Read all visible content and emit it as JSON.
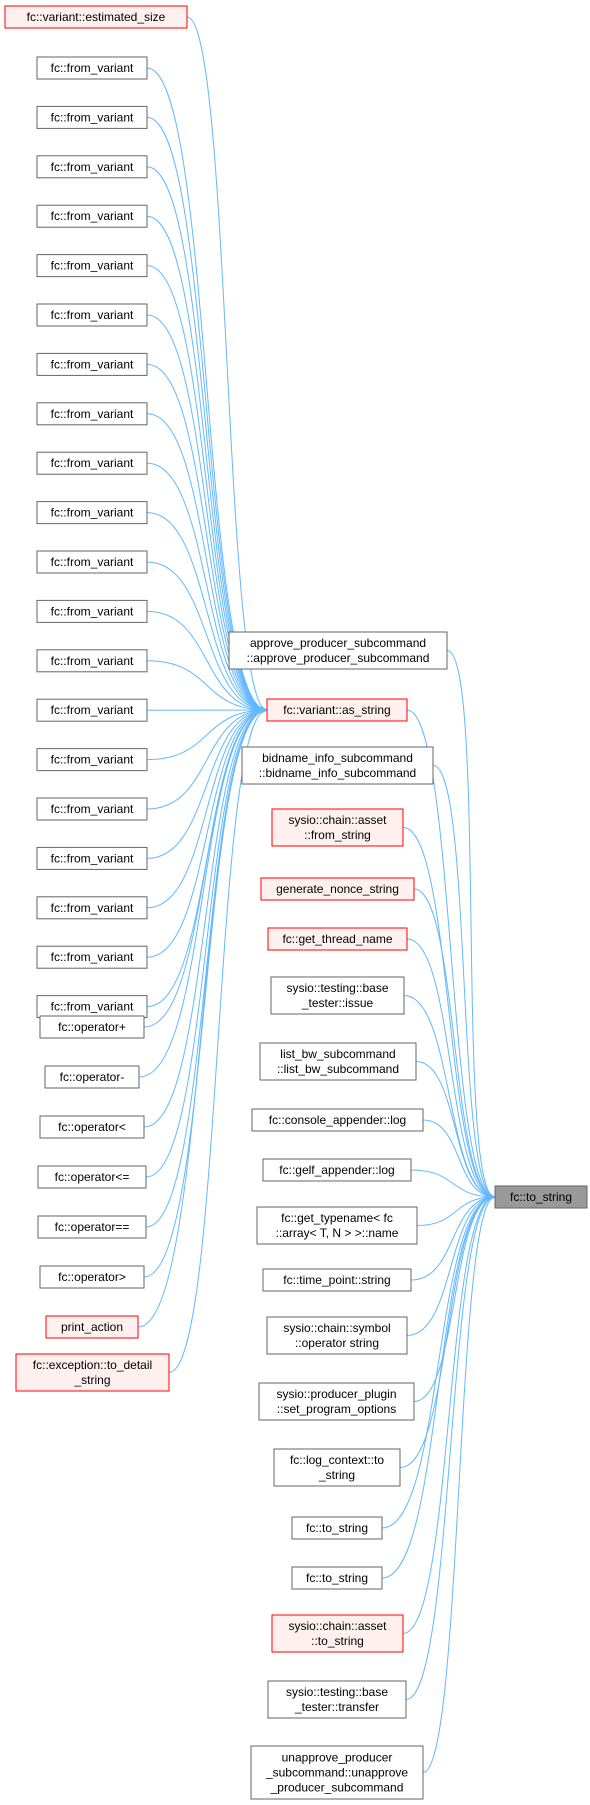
{
  "graph": {
    "title": "",
    "colors": {
      "edge": "#63b8ff",
      "normal_fill": "#ffffff",
      "normal_stroke": "#666666",
      "red_fill": "#fff0f0",
      "red_stroke": "#ff0000",
      "target_fill": "#999999",
      "target_stroke": "#666666"
    },
    "nodes": [
      {
        "id": "estimated_size",
        "lines": [
          "fc::variant::estimated_size"
        ],
        "style": "red",
        "interactable": true
      },
      {
        "id": "fv1",
        "lines": [
          "fc::from_variant"
        ],
        "style": "normal",
        "interactable": true
      },
      {
        "id": "fv2",
        "lines": [
          "fc::from_variant"
        ],
        "style": "normal",
        "interactable": true
      },
      {
        "id": "fv3",
        "lines": [
          "fc::from_variant"
        ],
        "style": "normal",
        "interactable": true
      },
      {
        "id": "fv4",
        "lines": [
          "fc::from_variant"
        ],
        "style": "normal",
        "interactable": true
      },
      {
        "id": "fv5",
        "lines": [
          "fc::from_variant"
        ],
        "style": "normal",
        "interactable": true
      },
      {
        "id": "fv6",
        "lines": [
          "fc::from_variant"
        ],
        "style": "normal",
        "interactable": true
      },
      {
        "id": "fv7",
        "lines": [
          "fc::from_variant"
        ],
        "style": "normal",
        "interactable": true
      },
      {
        "id": "fv8",
        "lines": [
          "fc::from_variant"
        ],
        "style": "normal",
        "interactable": true
      },
      {
        "id": "fv9",
        "lines": [
          "fc::from_variant"
        ],
        "style": "normal",
        "interactable": true
      },
      {
        "id": "fv10",
        "lines": [
          "fc::from_variant"
        ],
        "style": "normal",
        "interactable": true
      },
      {
        "id": "fv11",
        "lines": [
          "fc::from_variant"
        ],
        "style": "normal",
        "interactable": true
      },
      {
        "id": "fv12",
        "lines": [
          "fc::from_variant"
        ],
        "style": "normal",
        "interactable": true
      },
      {
        "id": "fv13",
        "lines": [
          "fc::from_variant"
        ],
        "style": "normal",
        "interactable": true
      },
      {
        "id": "fv14",
        "lines": [
          "fc::from_variant"
        ],
        "style": "normal",
        "interactable": true
      },
      {
        "id": "fv15",
        "lines": [
          "fc::from_variant"
        ],
        "style": "normal",
        "interactable": true
      },
      {
        "id": "fv16",
        "lines": [
          "fc::from_variant"
        ],
        "style": "normal",
        "interactable": true
      },
      {
        "id": "fv17",
        "lines": [
          "fc::from_variant"
        ],
        "style": "normal",
        "interactable": true
      },
      {
        "id": "fv18",
        "lines": [
          "fc::from_variant"
        ],
        "style": "normal",
        "interactable": true
      },
      {
        "id": "fv19",
        "lines": [
          "fc::from_variant"
        ],
        "style": "normal",
        "interactable": true
      },
      {
        "id": "fv20",
        "lines": [
          "fc::from_variant"
        ],
        "style": "normal",
        "interactable": true
      },
      {
        "id": "op_plus",
        "lines": [
          "fc::operator+"
        ],
        "style": "normal",
        "interactable": true
      },
      {
        "id": "op_minus",
        "lines": [
          "fc::operator-"
        ],
        "style": "normal",
        "interactable": true
      },
      {
        "id": "op_lt",
        "lines": [
          "fc::operator<"
        ],
        "style": "normal",
        "interactable": true
      },
      {
        "id": "op_le",
        "lines": [
          "fc::operator<="
        ],
        "style": "normal",
        "interactable": true
      },
      {
        "id": "op_eq",
        "lines": [
          "fc::operator=="
        ],
        "style": "normal",
        "interactable": true
      },
      {
        "id": "op_gt",
        "lines": [
          "fc::operator>"
        ],
        "style": "normal",
        "interactable": true
      },
      {
        "id": "print_action",
        "lines": [
          "print_action"
        ],
        "style": "red",
        "interactable": true
      },
      {
        "id": "exc_detail",
        "lines": [
          "fc::exception::to_detail",
          "_string"
        ],
        "style": "red",
        "interactable": true
      },
      {
        "id": "approve",
        "lines": [
          "approve_producer_subcommand",
          "::approve_producer_subcommand"
        ],
        "style": "normal",
        "interactable": true
      },
      {
        "id": "as_string",
        "lines": [
          "fc::variant::as_string"
        ],
        "style": "red",
        "interactable": true
      },
      {
        "id": "bidname",
        "lines": [
          "bidname_info_subcommand",
          "::bidname_info_subcommand"
        ],
        "style": "normal",
        "interactable": true
      },
      {
        "id": "asset_from",
        "lines": [
          "sysio::chain::asset",
          "::from_string"
        ],
        "style": "red",
        "interactable": true
      },
      {
        "id": "nonce",
        "lines": [
          "generate_nonce_string"
        ],
        "style": "red",
        "interactable": true
      },
      {
        "id": "thread",
        "lines": [
          "fc::get_thread_name"
        ],
        "style": "red",
        "interactable": true
      },
      {
        "id": "issue",
        "lines": [
          "sysio::testing::base",
          "_tester::issue"
        ],
        "style": "normal",
        "interactable": true
      },
      {
        "id": "listbw",
        "lines": [
          "list_bw_subcommand",
          "::list_bw_subcommand"
        ],
        "style": "normal",
        "interactable": true
      },
      {
        "id": "console_log",
        "lines": [
          "fc::console_appender::log"
        ],
        "style": "normal",
        "interactable": true
      },
      {
        "id": "gelf_log",
        "lines": [
          "fc::gelf_appender::log"
        ],
        "style": "normal",
        "interactable": true
      },
      {
        "id": "typename",
        "lines": [
          "fc::get_typename< fc",
          "::array< T, N > >::name"
        ],
        "style": "normal",
        "interactable": true
      },
      {
        "id": "tp_string",
        "lines": [
          "fc::time_point::string"
        ],
        "style": "normal",
        "interactable": true
      },
      {
        "id": "symbol_op",
        "lines": [
          "sysio::chain::symbol",
          "::operator string"
        ],
        "style": "normal",
        "interactable": true
      },
      {
        "id": "producer_plugin",
        "lines": [
          "sysio::producer_plugin",
          "::set_program_options"
        ],
        "style": "normal",
        "interactable": true
      },
      {
        "id": "log_ctx",
        "lines": [
          "fc::log_context::to",
          "_string"
        ],
        "style": "normal",
        "interactable": true
      },
      {
        "id": "to_string_a",
        "lines": [
          "fc::to_string"
        ],
        "style": "normal",
        "interactable": true
      },
      {
        "id": "to_string_b",
        "lines": [
          "fc::to_string"
        ],
        "style": "normal",
        "interactable": true
      },
      {
        "id": "asset_to",
        "lines": [
          "sysio::chain::asset",
          "::to_string"
        ],
        "style": "red",
        "interactable": true
      },
      {
        "id": "transfer",
        "lines": [
          "sysio::testing::base",
          "_tester::transfer"
        ],
        "style": "normal",
        "interactable": true
      },
      {
        "id": "unapprove",
        "lines": [
          "unapprove_producer",
          "_subcommand::unapprove",
          "_producer_subcommand"
        ],
        "style": "normal",
        "interactable": true
      },
      {
        "id": "target",
        "lines": [
          "fc::to_string"
        ],
        "style": "target",
        "interactable": false
      }
    ],
    "edges": [
      [
        "estimated_size",
        "as_string"
      ],
      [
        "fv1",
        "as_string"
      ],
      [
        "fv2",
        "as_string"
      ],
      [
        "fv3",
        "as_string"
      ],
      [
        "fv4",
        "as_string"
      ],
      [
        "fv5",
        "as_string"
      ],
      [
        "fv6",
        "as_string"
      ],
      [
        "fv7",
        "as_string"
      ],
      [
        "fv8",
        "as_string"
      ],
      [
        "fv9",
        "as_string"
      ],
      [
        "fv10",
        "as_string"
      ],
      [
        "fv11",
        "as_string"
      ],
      [
        "fv12",
        "as_string"
      ],
      [
        "fv13",
        "as_string"
      ],
      [
        "fv14",
        "as_string"
      ],
      [
        "fv15",
        "as_string"
      ],
      [
        "fv16",
        "as_string"
      ],
      [
        "fv17",
        "as_string"
      ],
      [
        "fv18",
        "as_string"
      ],
      [
        "fv19",
        "as_string"
      ],
      [
        "fv20",
        "as_string"
      ],
      [
        "op_plus",
        "as_string"
      ],
      [
        "op_minus",
        "as_string"
      ],
      [
        "op_lt",
        "as_string"
      ],
      [
        "op_le",
        "as_string"
      ],
      [
        "op_eq",
        "as_string"
      ],
      [
        "op_gt",
        "as_string"
      ],
      [
        "print_action",
        "as_string"
      ],
      [
        "exc_detail",
        "as_string"
      ],
      [
        "approve",
        "target"
      ],
      [
        "as_string",
        "target"
      ],
      [
        "bidname",
        "target"
      ],
      [
        "asset_from",
        "target"
      ],
      [
        "nonce",
        "target"
      ],
      [
        "thread",
        "target"
      ],
      [
        "issue",
        "target"
      ],
      [
        "listbw",
        "target"
      ],
      [
        "console_log",
        "target"
      ],
      [
        "gelf_log",
        "target"
      ],
      [
        "typename",
        "target"
      ],
      [
        "tp_string",
        "target"
      ],
      [
        "symbol_op",
        "target"
      ],
      [
        "producer_plugin",
        "target"
      ],
      [
        "log_ctx",
        "target"
      ],
      [
        "to_string_a",
        "target"
      ],
      [
        "to_string_b",
        "target"
      ],
      [
        "asset_to",
        "target"
      ],
      [
        "transfer",
        "target"
      ],
      [
        "unapprove",
        "target"
      ]
    ]
  }
}
